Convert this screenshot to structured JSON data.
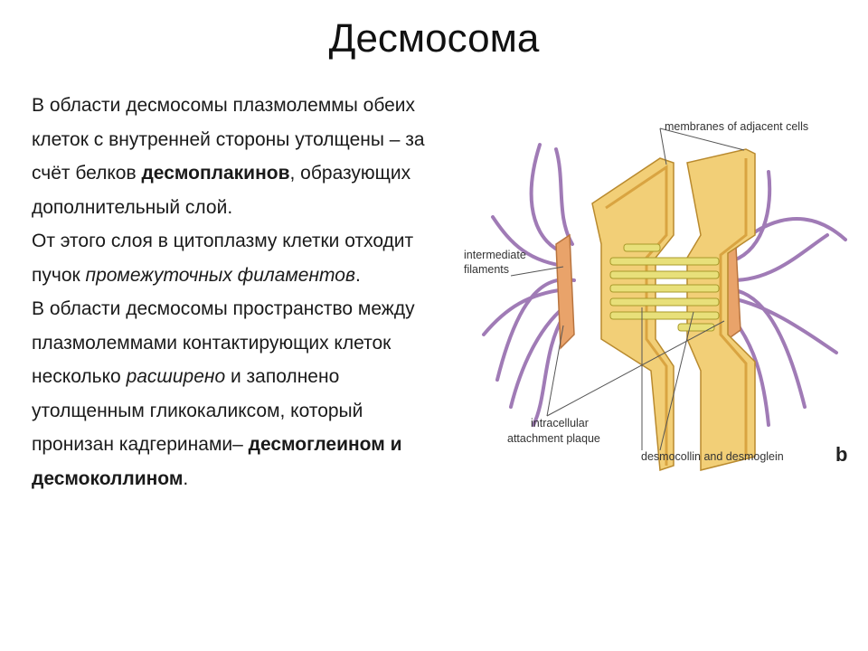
{
  "title": "Десмосома",
  "paragraph1": {
    "t1": "В области десмосомы плазмолеммы обеих клеток с внутренней стороны утолщены – за счёт белков ",
    "b1": "десмоплакинов",
    "t2": ", образующих дополнительный слой."
  },
  "paragraph2": {
    "t1": "От этого слоя в цитоплазму клетки отходит пучок ",
    "i1": "промежуточных филаментов",
    "t2": "."
  },
  "paragraph3": {
    "t1": "В области десмосомы пространство между плазмолеммами контактирующих клеток несколько ",
    "i1": "расширено",
    "t2": " и заполнено утолщенным гликокаликсом, который пронизан кадгеринами– ",
    "b1": "десмоглеином и десмоколлином",
    "t3": "."
  },
  "figure": {
    "label_membranes": "membranes of adjacent cells",
    "label_intermediate_1": "intermediate",
    "label_intermediate_2": "filaments",
    "label_plaque_1": "intracellular",
    "label_plaque_2": "attachment plaque",
    "label_desmocollin": "desmocollin and desmoglein",
    "letter": "b",
    "colors": {
      "membrane": "#f2cf77",
      "membrane_dark": "#d9a441",
      "plaque": "#e9a36a",
      "filament": "#a07bb6",
      "cadherin": "#e8e07a"
    }
  }
}
